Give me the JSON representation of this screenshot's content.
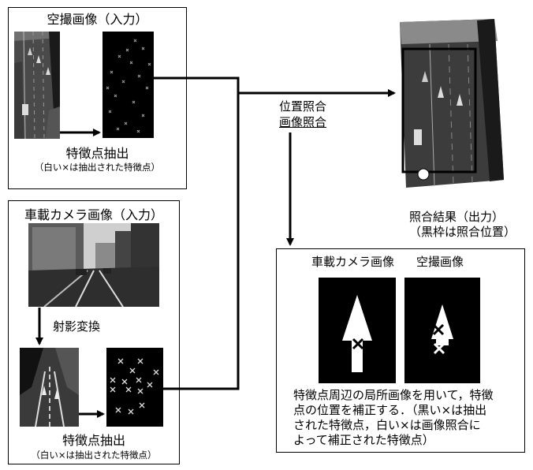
{
  "aerial_input": {
    "title": "空撮画像（入力）",
    "caption": "特徴点抽出",
    "note": "（白い×は抽出された特徴点）"
  },
  "vehicle_input": {
    "title": "車載カメラ画像（入力）",
    "transform_label": "射影変換",
    "caption": "特徴点抽出",
    "note": "（白い×は抽出された特徴点）"
  },
  "matching": {
    "line1": "位置照合",
    "line2": "画像照合"
  },
  "output": {
    "line1": "照合結果（出力）",
    "line2": "（黒枠は照合位置）"
  },
  "correction": {
    "label_vehicle": "車載カメラ画像",
    "label_aerial": "空撮画像",
    "desc_line1": "特徴点周辺の局所画像を用いて，特徴",
    "desc_line2": "点の位置を補正する．（黒い×は抽出",
    "desc_line3": "された特徴点，白い×は画像照合に",
    "desc_line4": "よって補正された特徴点）"
  }
}
